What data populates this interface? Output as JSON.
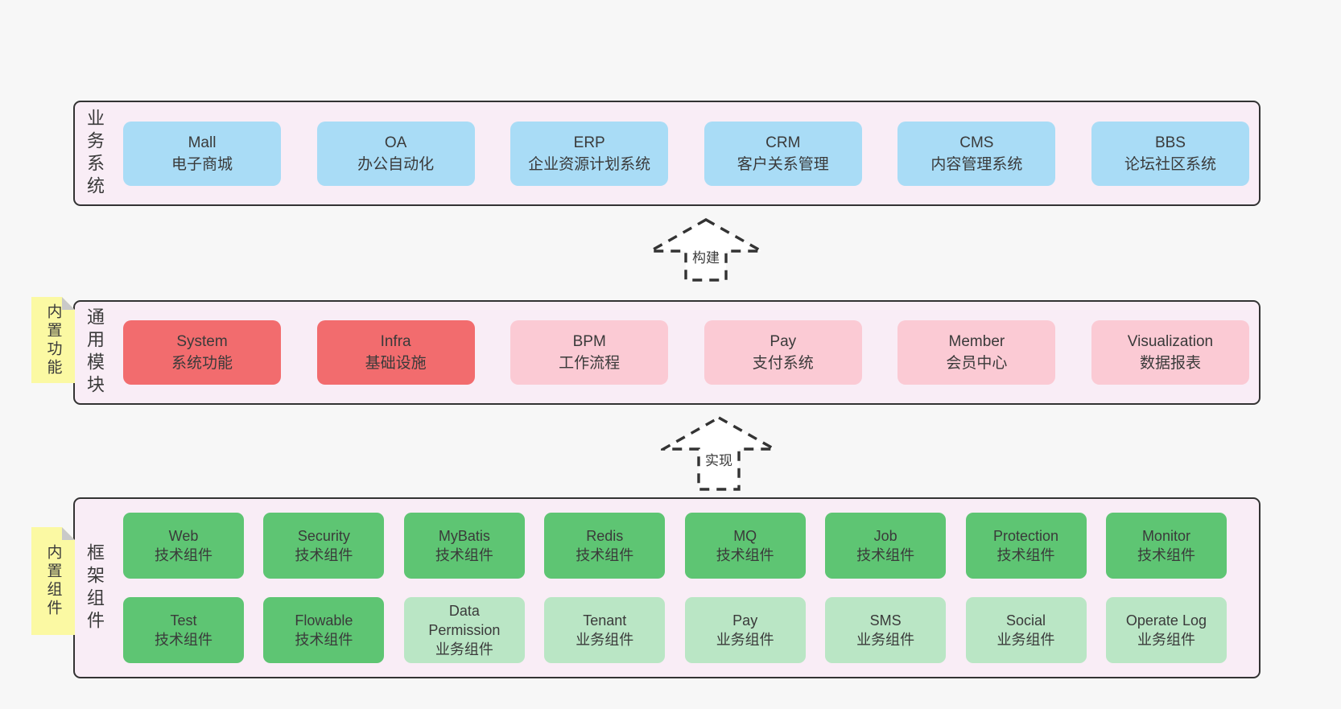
{
  "arrows": [
    {
      "label": "构建"
    },
    {
      "label": "实现"
    }
  ],
  "bands": [
    {
      "label": "业务系统",
      "boxes": [
        {
          "title": "Mall",
          "subtitle": "电子商城"
        },
        {
          "title": "OA",
          "subtitle": "办公自动化"
        },
        {
          "title": "ERP",
          "subtitle": "企业资源计划系统"
        },
        {
          "title": "CRM",
          "subtitle": "客户关系管理"
        },
        {
          "title": "CMS",
          "subtitle": "内容管理系统"
        },
        {
          "title": "BBS",
          "subtitle": "论坛社区系统"
        }
      ]
    },
    {
      "label": "通用模块",
      "sticky": "内置功能",
      "boxes": [
        {
          "title": "System",
          "subtitle": "系统功能",
          "variant": "red"
        },
        {
          "title": "Infra",
          "subtitle": "基础设施",
          "variant": "red"
        },
        {
          "title": "BPM",
          "subtitle": "工作流程",
          "variant": "pink"
        },
        {
          "title": "Pay",
          "subtitle": "支付系统",
          "variant": "pink"
        },
        {
          "title": "Member",
          "subtitle": "会员中心",
          "variant": "pink"
        },
        {
          "title": "Visualization",
          "subtitle": "数据报表",
          "variant": "pink"
        }
      ]
    },
    {
      "label": "框架组件",
      "sticky": "内置组件",
      "rows": [
        {
          "boxes": [
            {
              "title": "Web",
              "subtitle": "技术组件",
              "variant": "green"
            },
            {
              "title": "Security",
              "subtitle": "技术组件",
              "variant": "green"
            },
            {
              "title": "MyBatis",
              "subtitle": "技术组件",
              "variant": "green"
            },
            {
              "title": "Redis",
              "subtitle": "技术组件",
              "variant": "green"
            },
            {
              "title": "MQ",
              "subtitle": "技术组件",
              "variant": "green"
            },
            {
              "title": "Job",
              "subtitle": "技术组件",
              "variant": "green"
            },
            {
              "title": "Protection",
              "subtitle": "技术组件",
              "variant": "green"
            },
            {
              "title": "Monitor",
              "subtitle": "技术组件",
              "variant": "green"
            }
          ]
        },
        {
          "boxes": [
            {
              "title": "Test",
              "subtitle": "技术组件",
              "variant": "green"
            },
            {
              "title": "Flowable",
              "subtitle": "技术组件",
              "variant": "green"
            },
            {
              "title": "Data Permission",
              "subtitle": "业务组件",
              "variant": "light-green"
            },
            {
              "title": "Tenant",
              "subtitle": "业务组件",
              "variant": "light-green"
            },
            {
              "title": "Pay",
              "subtitle": "业务组件",
              "variant": "light-green"
            },
            {
              "title": "SMS",
              "subtitle": "业务组件",
              "variant": "light-green"
            },
            {
              "title": "Social",
              "subtitle": "业务组件",
              "variant": "light-green"
            },
            {
              "title": "Operate Log",
              "subtitle": "业务组件",
              "variant": "light-green"
            }
          ]
        }
      ]
    }
  ],
  "colors": {
    "page_bg": "#f7f7f7",
    "band_bg": "#f9edf6",
    "band_border": "#333333",
    "blue": "#a9dcf6",
    "red": "#f26c6e",
    "pink": "#fbcad4",
    "green": "#5ec573",
    "light_green": "#bae6c5",
    "sticky_yellow": "#fbf9a3",
    "sticky_fold": "#c9c9c9",
    "text": "#3a3a3a"
  }
}
